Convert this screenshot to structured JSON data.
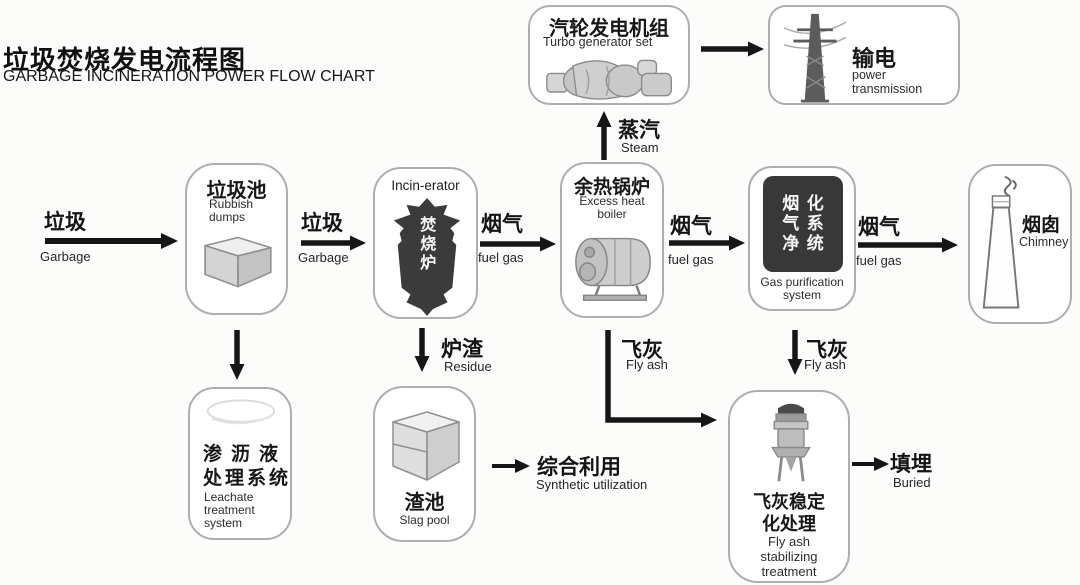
{
  "title": {
    "zh": "垃圾焚烧发电流程图",
    "en": "GARBAGE INCINERATION POWER FLOW CHART"
  },
  "nodes": {
    "turbo_generator": {
      "zh": "汽轮发电机组",
      "en": "Turbo generator set"
    },
    "power_transmission": {
      "zh": "输电",
      "en_line1": "power",
      "en_line2": "transmission"
    },
    "rubbish_dumps": {
      "zh": "垃圾池",
      "en_line1": "Rubbish",
      "en_line2": "dumps"
    },
    "incinerator": {
      "en": "Incin-erator",
      "label_vertical": "焚烧炉"
    },
    "excess_heat_boiler": {
      "zh": "余热锅炉",
      "en_line1": "Excess heat",
      "en_line2": "boiler"
    },
    "gas_purification": {
      "label_col1": "烟气净",
      "label_col2": "化系统",
      "en_line1": "Gas purification",
      "en_line2": "system"
    },
    "chimney": {
      "zh": "烟囱",
      "en": "Chimney"
    },
    "leachate_treatment": {
      "zh_line1": "渗沥液",
      "zh_line2": "处理系统",
      "en_line1": "Leachate",
      "en_line2": "treatment",
      "en_line3": "system"
    },
    "slag_pool": {
      "zh": "渣池",
      "en": "Slag pool"
    },
    "fly_ash_stabilizing": {
      "zh_line1": "飞灰稳定",
      "zh_line2": "化处理",
      "en_line1": "Fly ash",
      "en_line2": "stabilizing",
      "en_line3": "treatment"
    }
  },
  "edges": {
    "garbage_to_dumps": {
      "zh": "垃圾",
      "en": "Garbage"
    },
    "dumps_to_incinerator": {
      "zh": "垃圾",
      "en": "Garbage"
    },
    "incinerator_to_boiler": {
      "zh": "烟气",
      "en": "fuel gas"
    },
    "boiler_to_purification": {
      "zh": "烟气",
      "en": "fuel gas"
    },
    "purification_to_chimney": {
      "zh": "烟气",
      "en": "fuel gas"
    },
    "boiler_to_turbo": {
      "zh": "蒸汽",
      "en": "Steam"
    },
    "incinerator_to_slag": {
      "zh": "炉渣",
      "en": "Residue"
    },
    "boiler_to_stabilizing": {
      "zh": "飞灰",
      "en": "Fly ash"
    },
    "purification_to_stabilizing": {
      "zh": "飞灰",
      "en": "Fly ash"
    },
    "slag_to_use": {
      "zh": "综合利用",
      "en": "Synthetic utilization"
    },
    "stabilizing_to_buried": {
      "zh": "填埋",
      "en": "Buried"
    }
  },
  "colors": {
    "arrow": "#161616",
    "node_border": "#aeaeae",
    "dark_fill": "#383838",
    "text": "#1e1e1e",
    "background": "#fcfcfb"
  }
}
